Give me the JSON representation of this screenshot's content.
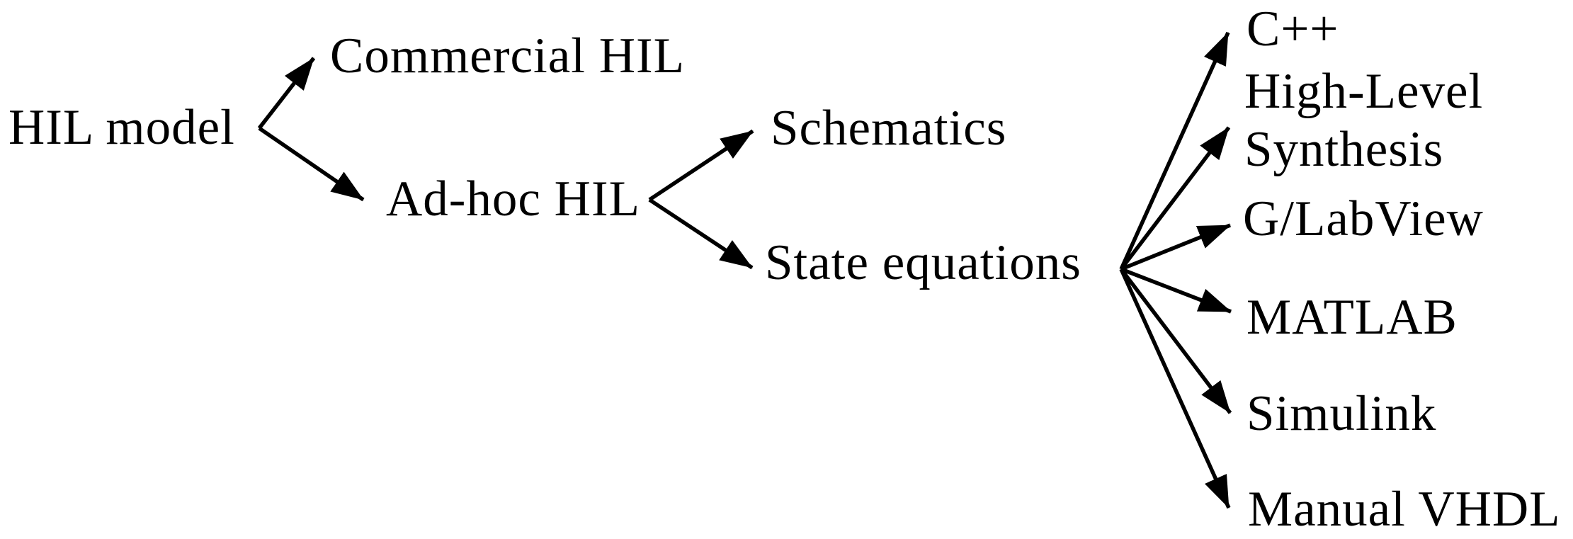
{
  "diagram": {
    "background_color": "#ffffff",
    "line_color": "#000000",
    "nodes": {
      "root": {
        "label": "HIL model"
      },
      "commercial": {
        "label": "Commercial HIL"
      },
      "adhoc": {
        "label": "Ad-hoc HIL"
      },
      "schematics": {
        "label": "Schematics"
      },
      "state_equations": {
        "label": "State equations"
      },
      "cpp": {
        "label": "C++"
      },
      "hls": {
        "label": "High-Level Synthesis",
        "line1": "High-Level",
        "line2": "Synthesis"
      },
      "glabview": {
        "label": "G/LabView"
      },
      "matlab": {
        "label": "MATLAB"
      },
      "simulink": {
        "label": "Simulink"
      },
      "vhdl": {
        "label": "Manual VHDL"
      }
    },
    "edges": [
      {
        "from": "HIL model",
        "to": "Commercial HIL"
      },
      {
        "from": "HIL model",
        "to": "Ad-hoc HIL"
      },
      {
        "from": "Ad-hoc HIL",
        "to": "Schematics"
      },
      {
        "from": "Ad-hoc HIL",
        "to": "State equations"
      },
      {
        "from": "State equations",
        "to": "C++"
      },
      {
        "from": "State equations",
        "to": "High-Level Synthesis"
      },
      {
        "from": "State equations",
        "to": "G/LabView"
      },
      {
        "from": "State equations",
        "to": "MATLAB"
      },
      {
        "from": "State equations",
        "to": "Simulink"
      },
      {
        "from": "State equations",
        "to": "Manual VHDL"
      }
    ]
  }
}
